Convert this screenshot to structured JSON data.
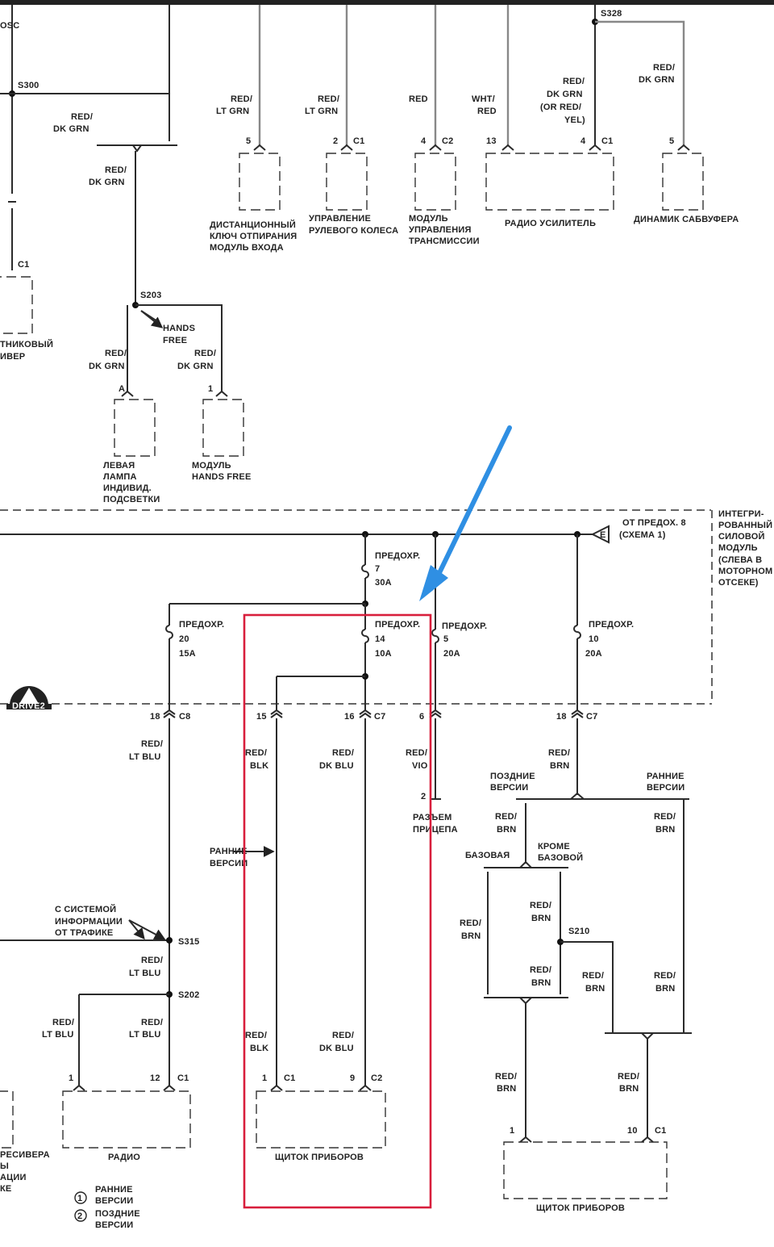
{
  "splices": {
    "s328": "S328",
    "s300": "S300",
    "s203": "S203",
    "s315": "S315",
    "s202": "S202",
    "s210": "S210"
  },
  "top": {
    "osc": "OSC",
    "s300_wire": [
      "RED/",
      "DK GRN"
    ],
    "s203_in": [
      "RED/",
      "DK GRN"
    ],
    "hands_free": [
      "HANDS",
      "FREE"
    ],
    "s203_left": [
      "RED/",
      "DK GRN"
    ],
    "s203_right": [
      "RED/",
      "DK GRN"
    ],
    "pin_a": "A",
    "pin_1": "1",
    "pin_c1_left": "C1",
    "left_lamp": [
      "ЛЕВАЯ",
      "ЛАМПА",
      "ИНДИВИД.",
      "ПОДСВЕТКИ"
    ],
    "hf_module": [
      "МОДУЛЬ",
      "HANDS FREE"
    ],
    "left_cut": [
      "ТНИКОВЫЙ",
      "ИВЕР"
    ],
    "w1": [
      "RED/",
      "LT GRN"
    ],
    "w2": [
      "RED/",
      "LT GRN"
    ],
    "w3": [
      "RED"
    ],
    "w4": [
      "WHT/",
      "RED"
    ],
    "w5": [
      "RED/",
      "DK GRN",
      "(OR RED/",
      "YEL)"
    ],
    "w6": [
      "RED/",
      "DK GRN"
    ],
    "p1": "5",
    "p2": "2",
    "p2c": "C1",
    "p3": "4",
    "p3c": "C2",
    "p4": "13",
    "p5": "4",
    "p5c": "C1",
    "p6": "5",
    "c1": [
      "ДИСТАНЦИОННЫЙ",
      "КЛЮЧ ОТПИРАНИЯ",
      "МОДУЛЬ ВХОДА"
    ],
    "c2": [
      "УПРАВЛЕНИЕ",
      "РУЛЕВОГО КОЛЕСА"
    ],
    "c3": [
      "МОДУЛЬ",
      "УПРАВЛЕНИЯ",
      "ТРАНСМИССИИ"
    ],
    "c4": "РАДИО УСИЛИТЕЛЬ",
    "c5": "ДИНАМИК САБВУФЕРА"
  },
  "pdm": {
    "from_fuse": [
      "ОТ ПРЕДОХ. 8",
      "(СХЕМА 1)"
    ],
    "connector_e": "E",
    "module": [
      "ИНТЕГРИ-",
      "РОВАННЫЙ",
      "СИЛОВОЙ",
      "МОДУЛЬ",
      "(СЛЕВА В",
      "МОТОРНОМ",
      "ОТСЕКЕ)"
    ],
    "fuse7": [
      "ПРЕДОХР.",
      "7",
      "30А"
    ],
    "fuse20": [
      "ПРЕДОХР.",
      "20",
      "15А"
    ],
    "fuse14": [
      "ПРЕДОХР.",
      "14",
      "10А"
    ],
    "fuse5": [
      "ПРЕДОХР.",
      "5",
      "20А"
    ],
    "fuse10": [
      "ПРЕДОХР.",
      "10",
      "20А"
    ],
    "pins": {
      "p18a": "18",
      "c8": "C8",
      "p15": "15",
      "p16": "16",
      "c7a": "C7",
      "p6": "6",
      "p18b": "18",
      "c7b": "C7"
    }
  },
  "bottom": {
    "w_ltblu": [
      "RED/",
      "LT BLU"
    ],
    "w_blk": [
      "RED/",
      "BLK"
    ],
    "w_dkblu": [
      "RED/",
      "DK BLU"
    ],
    "w_vio": [
      "RED/",
      "VIO"
    ],
    "trailer_pin": "2",
    "trailer": [
      "РАЗЪЕМ",
      "ПРИЦЕПА"
    ],
    "early_versions": [
      "РАННИЕ",
      "ВЕРСИИ"
    ],
    "traffic_info": [
      "С СИСТЕМОЙ",
      "ИНФОРМАЦИИ",
      "ОТ ТРАФИКЕ"
    ],
    "s315_wire": [
      "RED/",
      "LT BLU"
    ],
    "radio_left_wire": [
      "RED/",
      "LT BLU"
    ],
    "radio_right_wire": [
      "RED/",
      "LT BLU"
    ],
    "radio_p1": "1",
    "radio_p12": "12",
    "radio_c1": "C1",
    "radio": "РАДИО",
    "cluster_blk": [
      "RED/",
      "BLK"
    ],
    "cluster_dkblu": [
      "RED/",
      "DK BLU"
    ],
    "cl_p1": "1",
    "cl_c1": "C1",
    "cl_p9": "9",
    "cl_c2": "C2",
    "cluster": "ЩИТОК ПРИБОРОВ",
    "left_cut": [
      "РЕСИВЕРА",
      "Ы",
      "АЦИИ",
      "КЕ"
    ],
    "legend1": [
      "РАННИЕ",
      "ВЕРСИИ"
    ],
    "legend2": [
      "ПОЗДНИЕ",
      "ВЕРСИИ"
    ],
    "legend_n1": "1",
    "legend_n2": "2",
    "brn_top": [
      "RED/",
      "BRN"
    ],
    "late": [
      "ПОЗДНИЕ",
      "ВЕРСИИ"
    ],
    "early": [
      "РАННИЕ",
      "ВЕРСИИ"
    ],
    "late_brn": [
      "RED/",
      "BRN"
    ],
    "early_brn": [
      "RED/",
      "BRN"
    ],
    "base": "БАЗОВАЯ",
    "except_base": [
      "КРОМЕ",
      "БАЗОВОЙ"
    ],
    "base_brn": [
      "RED/",
      "BRN"
    ],
    "exb_brn": [
      "RED/",
      "BRN"
    ],
    "s210_down": [
      "RED/",
      "BRN"
    ],
    "s210_right": [
      "RED/",
      "BRN"
    ],
    "early_brn2": [
      "RED/",
      "BRN"
    ],
    "cl2_left": [
      "RED/",
      "BRN"
    ],
    "cl2_right": [
      "RED/",
      "BRN"
    ],
    "cl2_p1": "1",
    "cl2_p10": "10",
    "cl2_c1": "C1",
    "cluster2": "ЩИТОК ПРИБОРОВ"
  },
  "colors": {
    "highlight": "#d81e3c",
    "arrow": "#2f8fe3"
  },
  "logo_text": "DRIVE2"
}
